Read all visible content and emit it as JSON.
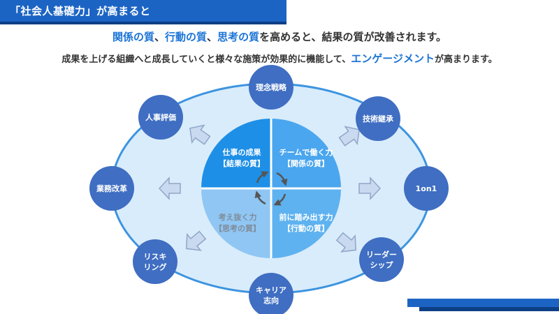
{
  "header": {
    "title": "「社会人基礎力」が高まると"
  },
  "intro": {
    "line1": {
      "hl1": "関係の質",
      "sep1": "、",
      "hl2": "行動の質",
      "sep2": "、",
      "hl3": "思考の質",
      "rest": "を高めると、結果の質が改善されます。"
    },
    "line2": {
      "pre": "成果を上げる組織へと成長していくと様々な施策が効果的に機能して、",
      "hl": "エンゲージメント",
      "post": "が高まります。"
    }
  },
  "quadrants": [
    {
      "line1": "仕事の成果",
      "line2": "【結果の質】",
      "color": "#1e8fe6",
      "text_color": "#ffffff"
    },
    {
      "line1": "チームで働く力",
      "line2": "【関係の質】",
      "color": "#4aa6ee",
      "text_color": "#ffffff"
    },
    {
      "line1": "考え抜く力",
      "line2": "【思考の質】",
      "color": "#8fc6f3",
      "text_color": "#7f8c99"
    },
    {
      "line1": "前に踏み出す力",
      "line2": "【行動の質】",
      "color": "#5eb2f0",
      "text_color": "#ffffff"
    }
  ],
  "nodes": [
    {
      "id": "riten",
      "lines": [
        "理念戦略"
      ]
    },
    {
      "id": "gijutsu",
      "lines": [
        "技術継承"
      ]
    },
    {
      "id": "oneonone",
      "lines": [
        "1on1"
      ]
    },
    {
      "id": "leader",
      "lines": [
        "リーダー",
        "シップ"
      ]
    },
    {
      "id": "career",
      "lines": [
        "キャリア",
        "志向"
      ]
    },
    {
      "id": "reskill",
      "lines": [
        "リスキ",
        "リング"
      ]
    },
    {
      "id": "gyomu",
      "lines": [
        "業務改革"
      ]
    },
    {
      "id": "jinji",
      "lines": [
        "人事評価"
      ]
    }
  ],
  "colors": {
    "accent": "#1c74d6",
    "title_bar": "#1c64c4",
    "node": "#3f6ec2",
    "ellipse_fill": "#d9ecfb",
    "ellipse_stroke": "#3d94e0",
    "arrow_fill": "#c9d9ef",
    "arrow_stroke": "#8fa6c8"
  }
}
